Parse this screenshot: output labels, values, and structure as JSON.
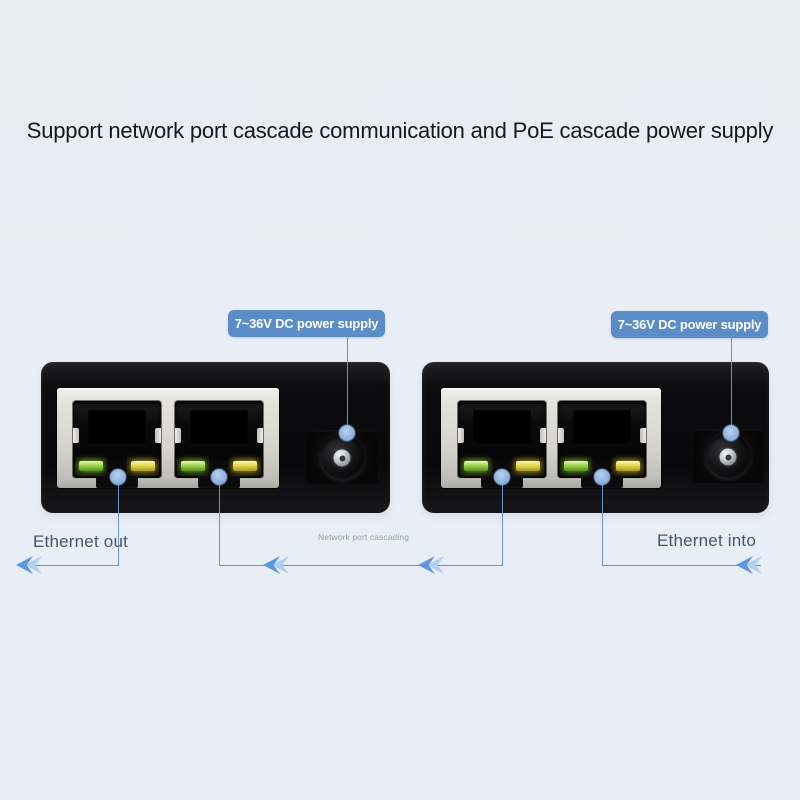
{
  "title": "Support network port cascade communication and PoE cascade power supply",
  "callouts": {
    "power_left": "7~36V DC power supply",
    "power_right": "7~36V DC power supply",
    "ethernet_out": "Ethernet out",
    "ethernet_into": "Ethernet into",
    "network_cascade": "Network port cascading"
  },
  "icons": {
    "cascade_arrow": "double-chevron-left",
    "callout_marker": "blue-dot"
  },
  "colors": {
    "background": "#e9eef5",
    "title_text": "#17181a",
    "label_background": "#5a8cc8",
    "label_text": "#ffffff",
    "connector_line": "#6b94c6",
    "callout_dot": "#8fb2de",
    "arrow_primary": "#5f97d8",
    "arrow_secondary": "#afcef0",
    "caption_text": "#44566b",
    "small_caption_text": "#97a0ae",
    "device_body": "#0c0c0e",
    "bezel_silver": "#d6d4cf",
    "led_green": "#9ed44e",
    "led_yellow": "#e5d751"
  }
}
